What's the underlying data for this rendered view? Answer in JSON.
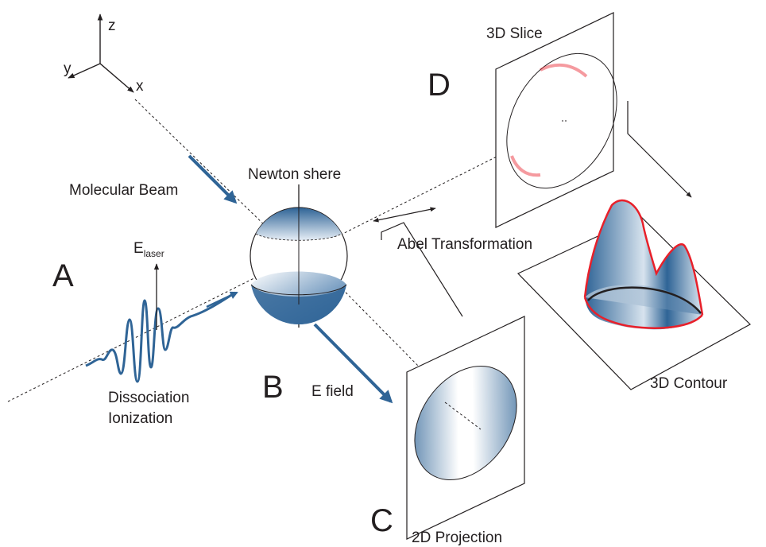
{
  "axes": {
    "z": "z",
    "y": "y",
    "x": "x"
  },
  "labels": {
    "molecular_beam": "Molecular Beam",
    "newton_sphere": "Newton shere",
    "e_laser_main": "E",
    "e_laser_sub": "laser",
    "dissociation": "Dissociation",
    "ionization": "Ionization",
    "e_field": "E field",
    "abel": "Abel Transformation",
    "slice": "3D Slice",
    "contour": "3D Contour",
    "projection": "2D Projection"
  },
  "panels": {
    "a": "A",
    "b": "B",
    "c": "C",
    "d": "D"
  },
  "colors": {
    "accent": "#2f6496",
    "highlight": "#e8202a",
    "line": "#231f20"
  }
}
